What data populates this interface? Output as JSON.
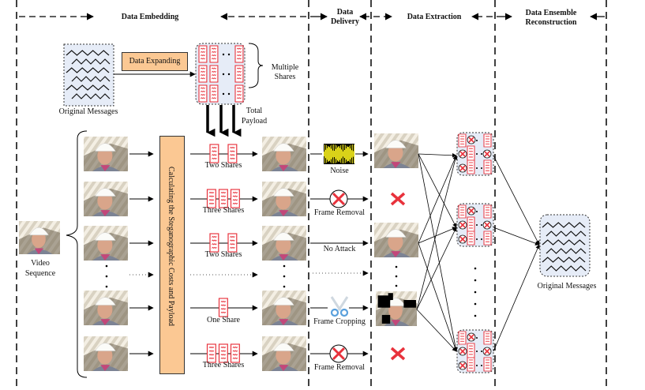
{
  "phases": [
    {
      "name": "Data Embedding"
    },
    {
      "name": "Data Delivery"
    },
    {
      "name": "Data Extraction"
    },
    {
      "name": "Data Ensemble Reconstruction"
    }
  ],
  "phase_labels": {
    "embedding": "Data Embedding",
    "delivery_1": "Data",
    "delivery_2": "Delivery",
    "extraction": "Data Extraction",
    "ensemble_1": "Data Ensemble",
    "ensemble_2": "Reconstruction"
  },
  "embedding": {
    "original_messages": "Original Messages",
    "data_expanding": "Data Expanding",
    "multiple_shares_1": "Multiple",
    "multiple_shares_2": "Shares",
    "total_payload_1": "Total",
    "total_payload_2": "Payload",
    "video_sequence_1": "Video",
    "video_sequence_2": "Sequence",
    "cost_box": "Calculating the Steganographic Costs and Payload"
  },
  "rows": [
    {
      "shares": 2,
      "share_label": "Two Shares",
      "attack": "noise",
      "attack_label": "Noise",
      "received": "frame"
    },
    {
      "shares": 3,
      "share_label": "Three Shares",
      "attack": "removal",
      "attack_label": "Frame Removal",
      "received": "lost"
    },
    {
      "shares": 2,
      "share_label": "Two Shares",
      "attack": "none",
      "attack_label": "No Attack",
      "received": "frame"
    },
    {
      "shares": 1,
      "share_label": "One Share",
      "attack": "cropping",
      "attack_label": "Frame  Cropping",
      "received": "cropped"
    },
    {
      "shares": 3,
      "share_label": "Three Shares",
      "attack": "removal",
      "attack_label": "Frame Removal",
      "received": "lost"
    }
  ],
  "reconstruction": {
    "original_messages": "Original Messages"
  },
  "colors": {
    "share_red": "#e8323c",
    "box_fill": "#e6ecf7",
    "orange": "#fbc893",
    "noise_yellow": "#f2ea1c",
    "scissor_blue": "#9cc8ea"
  }
}
